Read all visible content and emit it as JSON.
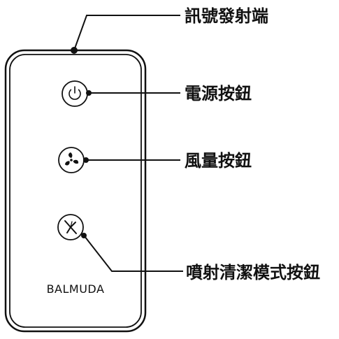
{
  "remote": {
    "brand": "BALMUDA"
  },
  "callouts": {
    "ir_emitter": "訊號發射端",
    "power_button": "電源按鈕",
    "fan_speed_button": "風量按鈕",
    "jet_clean_button": "噴射清潔模式按鈕"
  },
  "colors": {
    "line": "#111111",
    "background": "#ffffff"
  },
  "icons": {
    "power": "power-icon",
    "fan": "fan-icon",
    "jet_clean": "jet-clean-icon"
  }
}
